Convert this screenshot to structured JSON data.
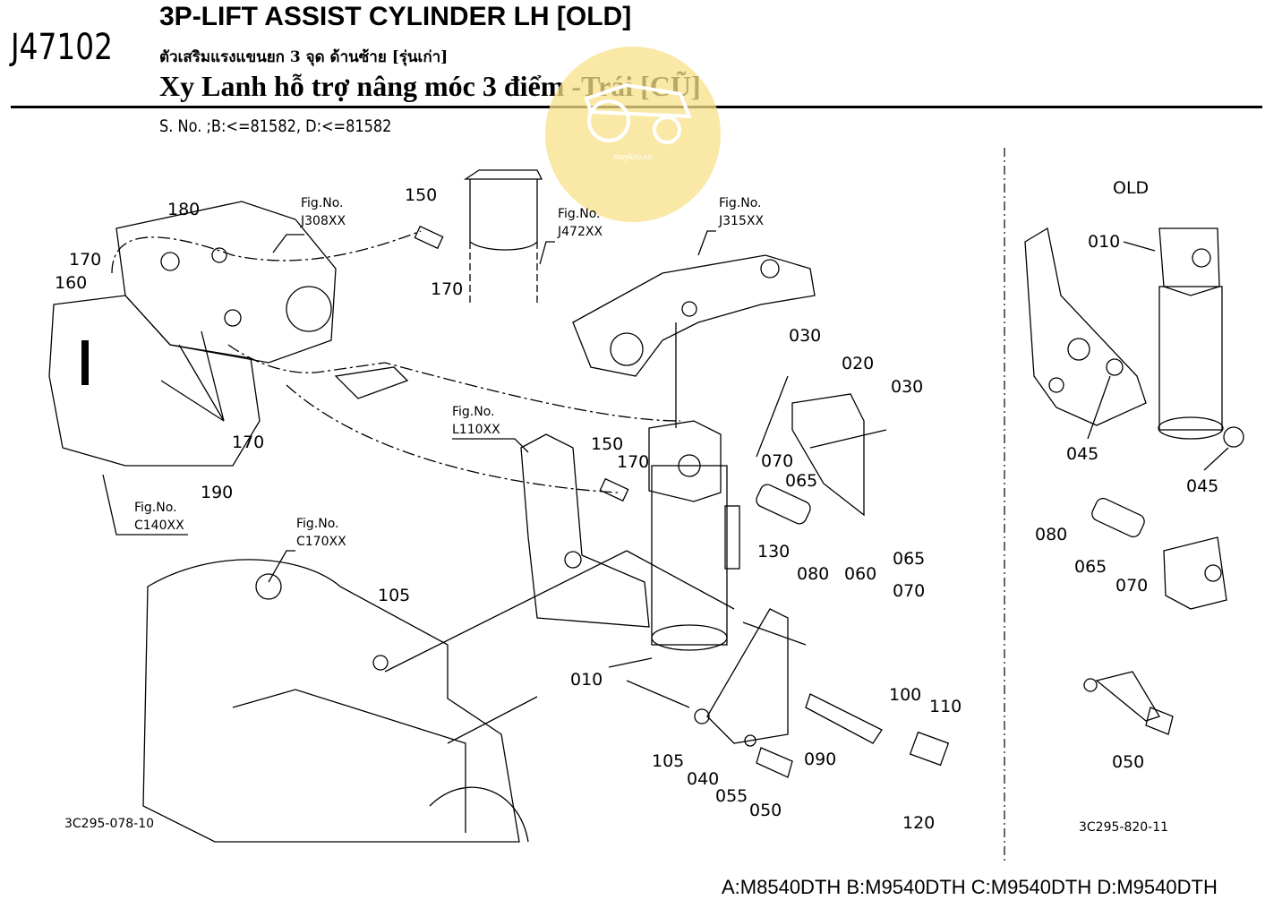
{
  "header": {
    "code": "J47102",
    "title_en": "3P-LIFT ASSIST CYLINDER LH [OLD]",
    "title_th": "ตัวเสริมแรงแขนยก 3 จุด ด้านซ้าย [รุ่นเก่า]",
    "title_vi": "Xy Lanh hỗ trợ nâng móc 3 điểm -Trái [CŨ]",
    "serial": "S. No. ;B:<=81582, D:<=81582"
  },
  "watermark": {
    "text": "maykeo.vn",
    "color": "#f7dc7a"
  },
  "diagram": {
    "old_section_label": "OLD",
    "fig_refs": [
      {
        "line1": "Fig.No.",
        "line2": "J308XX"
      },
      {
        "line1": "Fig.No.",
        "line2": "J472XX"
      },
      {
        "line1": "Fig.No.",
        "line2": "J315XX"
      },
      {
        "line1": "Fig.No.",
        "line2": "L110XX"
      },
      {
        "line1": "Fig.No.",
        "line2": "C140XX"
      },
      {
        "line1": "Fig.No.",
        "line2": "C170XX"
      }
    ],
    "part_numbers": [
      "180",
      "170",
      "160",
      "150",
      "170",
      "170",
      "190",
      "150",
      "170",
      "130",
      "080",
      "060",
      "065",
      "070",
      "030",
      "020",
      "030",
      "070",
      "065",
      "105",
      "010",
      "105",
      "040",
      "055",
      "050",
      "090",
      "100",
      "110",
      "120",
      "010",
      "045",
      "045",
      "080",
      "065",
      "070",
      "050"
    ],
    "drawing_ids": [
      "3C295-078-10",
      "3C295-820-11"
    ]
  },
  "footer": {
    "models": "A:M8540DTH B:M9540DTH C:M9540DTH D:M9540DTH"
  }
}
